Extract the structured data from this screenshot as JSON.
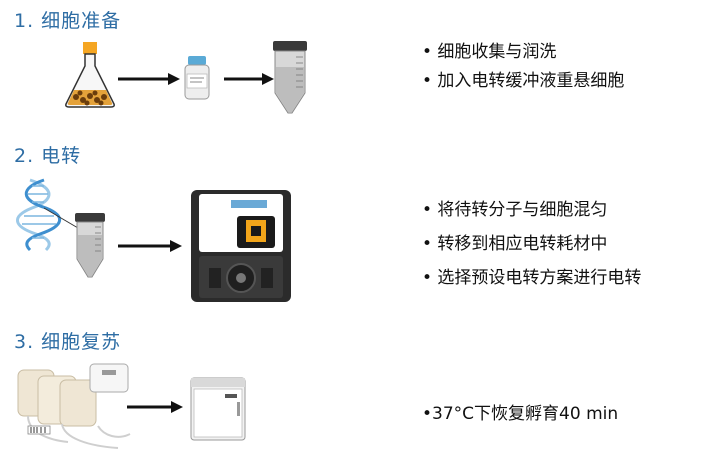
{
  "steps": [
    {
      "title": "1. 细胞准备",
      "bullets": [
        "• 细胞收集与润洗",
        "• 加入电转缓冲液重悬细胞"
      ]
    },
    {
      "title": "2. 电转",
      "bullets": [
        "• 将待转分子与细胞混匀",
        "• 转移到相应电转耗材中",
        "• 选择预设电转方案进行电转"
      ]
    },
    {
      "title": "3. 细胞复苏",
      "bullets": [
        "•37°C下恢复孵育40 min"
      ]
    }
  ],
  "colors": {
    "title": "#2e6da4",
    "arrow": "#111111",
    "flask_cap": "#f5a623",
    "cells": "#8a5a1a"
  },
  "icons": [
    "flask-icon",
    "bottle-icon",
    "tube-icon",
    "dna-icon",
    "electroporator-icon",
    "cell-bags-icon",
    "incubator-icon"
  ]
}
